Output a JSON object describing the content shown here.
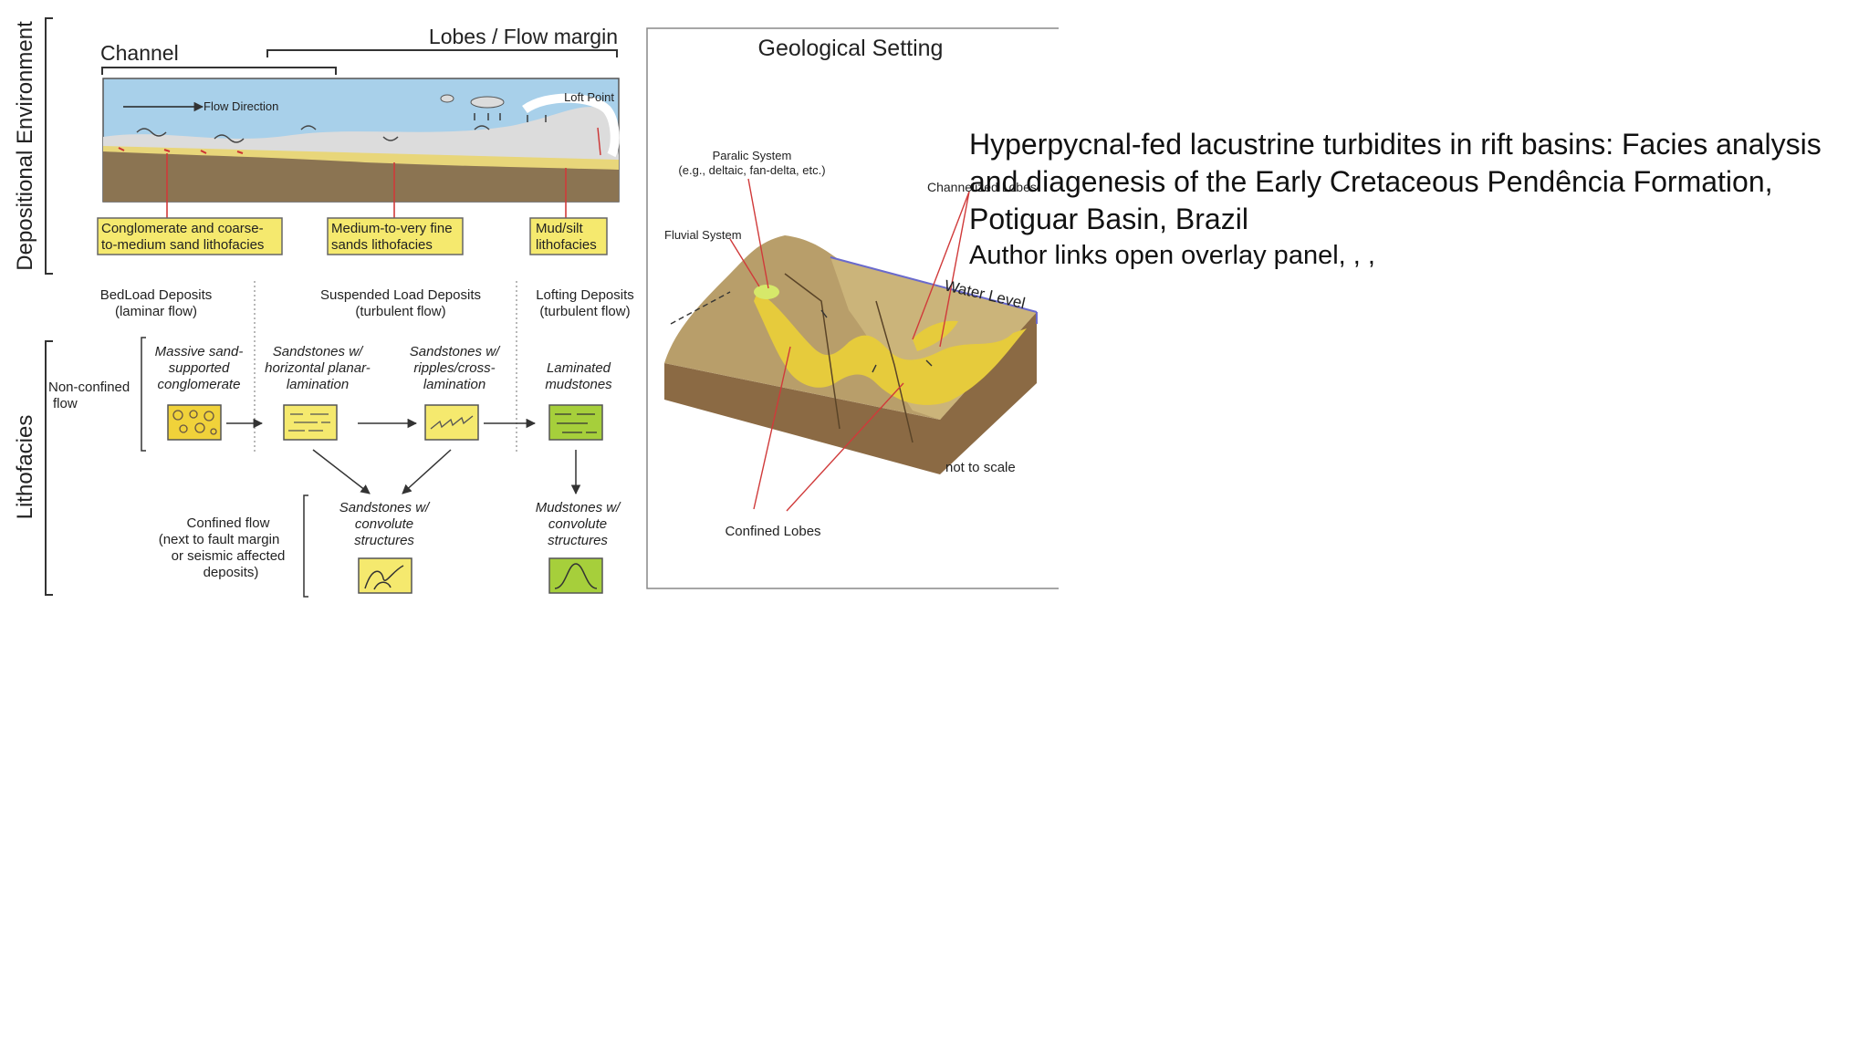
{
  "figure": {
    "left_axis": {
      "depositional_environment": "Depositional Environment",
      "lithofacies": "Lithofacies"
    },
    "top": {
      "channel": "Channel",
      "lobes": "Lobes / Flow margin"
    },
    "cross_section": {
      "flow_direction": "Flow Direction",
      "loft_point": "Loft Point"
    },
    "lithofacies_boxes": [
      {
        "line1": "Conglomerate and coarse-",
        "line2": "to-medium sand lithofacies"
      },
      {
        "line1": "Medium-to-very fine",
        "line2": "sands lithofacies"
      },
      {
        "line1": "Mud/silt",
        "line2": "lithofacies"
      }
    ],
    "deposits": [
      {
        "line1": "BedLoad Deposits",
        "line2": "(laminar flow)"
      },
      {
        "line1": "Suspended Load Deposits",
        "line2": "(turbulent flow)"
      },
      {
        "line1": "Lofting Deposits",
        "line2": "(turbulent flow)"
      }
    ],
    "non_confined": {
      "line1": "Non-confined",
      "line2": "flow"
    },
    "facies": [
      {
        "line1": "Massive sand-",
        "line2": "supported",
        "line3": "conglomerate"
      },
      {
        "line1": "Sandstones w/",
        "line2": "horizontal planar-",
        "line3": "lamination"
      },
      {
        "line1": "Sandstones w/",
        "line2": "ripples/cross-",
        "line3": "lamination"
      },
      {
        "line1": "Laminated",
        "line2": "mudstones"
      }
    ],
    "confined": {
      "line1": "Confined flow",
      "line2": "(next to fault margin",
      "line3": "or seismic affected",
      "line4": "deposits)"
    },
    "convolute": [
      {
        "line1": "Sandstones w/",
        "line2": "convolute",
        "line3": "structures"
      },
      {
        "line1": "Mudstones w/",
        "line2": "convolute",
        "line3": "structures"
      }
    ],
    "geo": {
      "title": "Geological Setting",
      "paralic_line1": "Paralic System",
      "paralic_line2": "(e.g., deltaic, fan-delta, etc.)",
      "fluvial": "Fluvial System",
      "channelized": "Channelized Lobes",
      "water_level": "Water Level",
      "not_to_scale": "not to scale",
      "confined_lobes": "Confined Lobes"
    },
    "colors": {
      "water": "#a8d0ea",
      "mud": "#dcdcdc",
      "ground": "#8b7452",
      "sand_box": "#f5e96e",
      "mud_box": "#a6cf3b",
      "leader": "#d03a3a"
    }
  },
  "article": {
    "title": "Hyperpycnal-fed lacustrine turbidites in rift basins: Facies analysis and diagenesis of the Early Cretaceous Pendência Formation, Potiguar Basin, Brazil",
    "authors": "Author links open overlay panel, , ,"
  }
}
